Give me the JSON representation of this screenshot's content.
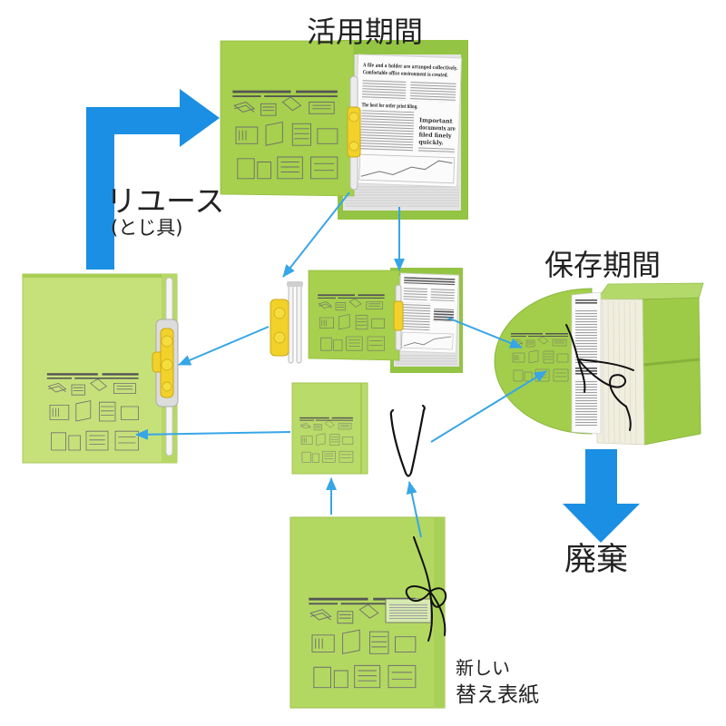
{
  "labels": {
    "active_period": "活用期間",
    "reuse": "リユース",
    "reuse_note": "(とじ具)",
    "storage_period": "保存期間",
    "disposal": "廃棄",
    "new_cover_line1": "新しい",
    "new_cover_line2": "替え表紙"
  },
  "document_text": {
    "headline": [
      "A file and a holder are arranged collectively.",
      "Comfortable office environment is created."
    ],
    "subhead": "The best for order print filing.",
    "callout": [
      "Important",
      "documents are",
      "filed finely",
      "quickly."
    ]
  },
  "colors": {
    "arrow_blue": "#1a8fe3",
    "thin_arrow_blue": "#37a6e6",
    "folder_green": "#a6d04d",
    "clip_yellow": "#f2d22a"
  }
}
